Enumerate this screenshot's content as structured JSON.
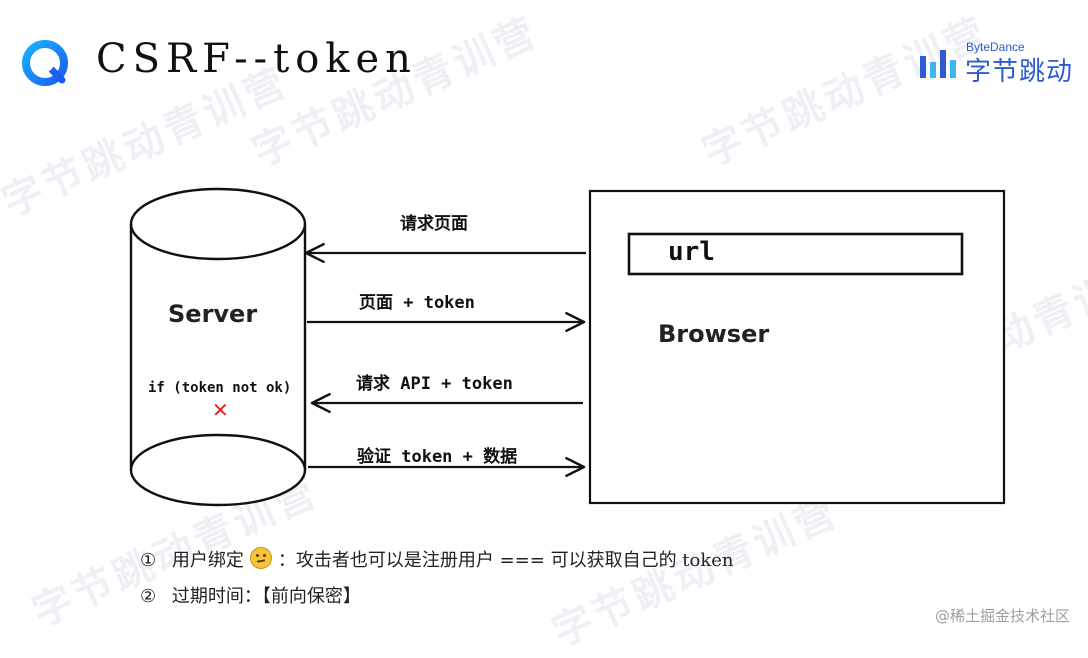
{
  "header": {
    "title": "CSRF--token",
    "brand_sub": "ByteDance",
    "brand_name": "字节跳动"
  },
  "watermark": "字节跳动青训营",
  "diagram": {
    "server_label": "Server",
    "server_condition": "if (token not ok)",
    "browser_label": "Browser",
    "url_text": "url",
    "arrows": [
      {
        "label": "请求页面",
        "direction": "browser-to-server"
      },
      {
        "label": "页面 + token",
        "direction": "server-to-browser"
      },
      {
        "label": "请求 API + token",
        "direction": "browser-to-server"
      },
      {
        "label": "验证 token + 数据",
        "direction": "server-to-browser"
      }
    ],
    "reject_mark": "✕",
    "reject_color": "#e0232a"
  },
  "notes": {
    "n1_num": "①",
    "n1_a": "用户绑定",
    "n1_b": "：攻击者也可以是注册用户 === 可以获取自己的",
    "n1_c": "token",
    "n2_num": "②",
    "n2_a": "过期时间：【前向保密】"
  },
  "footer": {
    "text": "@稀土掘金技术社区"
  },
  "colors": {
    "brand": "#2e5bd0",
    "logo": "#1e90ff"
  }
}
